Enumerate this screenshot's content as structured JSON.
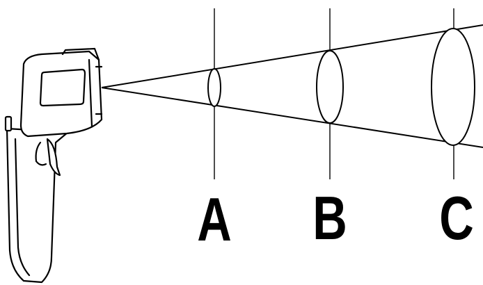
{
  "diagram": {
    "labels": {
      "a": "A",
      "b": "B",
      "c": "C"
    },
    "colors": {
      "stroke": "#000000",
      "background": "#ffffff"
    }
  }
}
